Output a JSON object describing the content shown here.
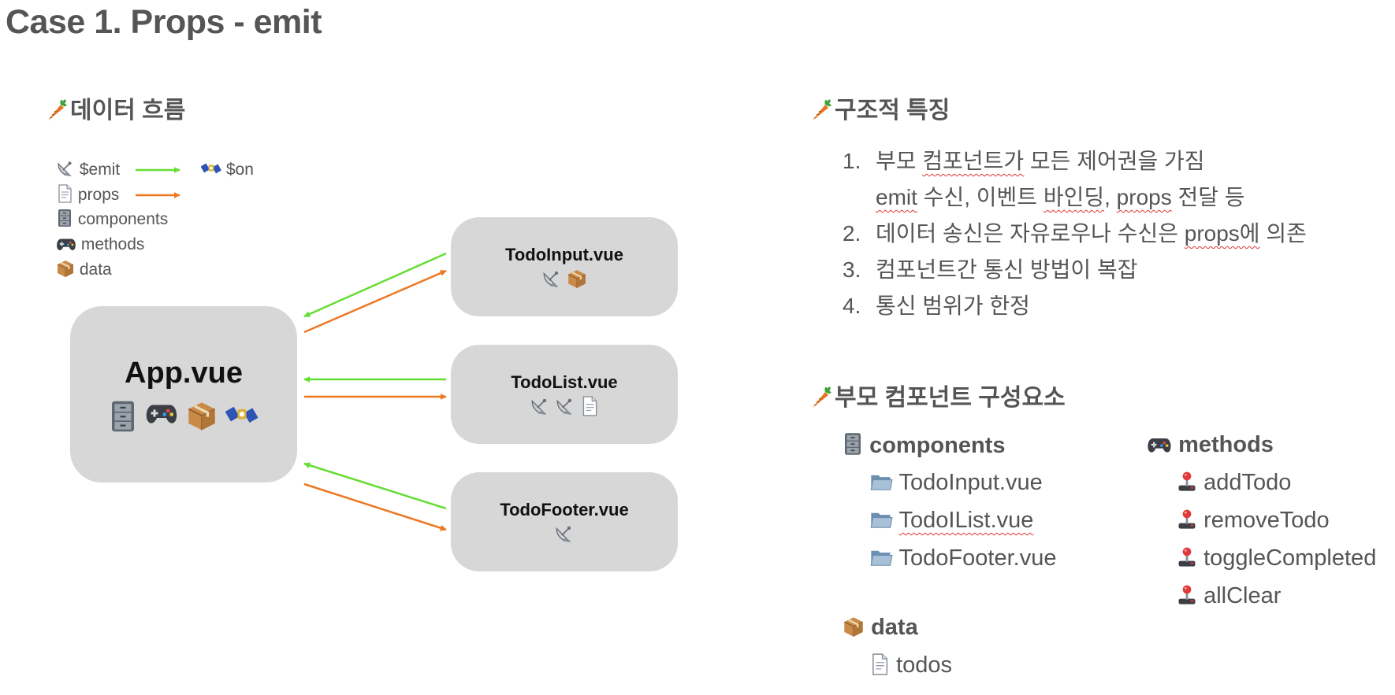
{
  "page": {
    "title": "Case 1. Props - emit"
  },
  "flow": {
    "title": "데이터 흐름",
    "legend": {
      "emit": "$emit",
      "on": "$on",
      "props": "props",
      "components": "components",
      "methods": "methods",
      "data": "data"
    },
    "nodes": {
      "app": "App.vue",
      "input": "TodoInput.vue",
      "list": "TodoList.vue",
      "footer": "TodoFooter.vue"
    }
  },
  "features": {
    "title": "구조적 특징",
    "items": [
      {
        "num": "1.",
        "line1_a": "부모 ",
        "line1_b": "컴포넌트가",
        "line1_c": " 모든 제어권을 가짐",
        "line2_a": "emit",
        "line2_b": " 수신, 이벤트 ",
        "line2_c": "바인딩",
        "line2_d": ", ",
        "line2_e": "props",
        "line2_f": " 전달 등"
      },
      {
        "num": "2.",
        "text_a": "데이터 송신은 자유로우나 수신은 ",
        "text_b": "props에",
        "text_c": " 의존"
      },
      {
        "num": "3.",
        "text": "컴포넌트간 통신 방법이 복잡"
      },
      {
        "num": "4.",
        "text": "통신 범위가 한정"
      }
    ]
  },
  "elements": {
    "title": "부모 컴포넌트 구성요소",
    "components": {
      "label": "components",
      "items": [
        "TodoInput.vue",
        "TodoIList.vue",
        "TodoFooter.vue"
      ]
    },
    "methods": {
      "label": "methods",
      "items": [
        "addTodo",
        "removeTodo",
        "toggleCompleted",
        "allClear"
      ]
    },
    "data": {
      "label": "data",
      "items": [
        "todos"
      ]
    }
  },
  "colors": {
    "emit_arrow": "#66dd33",
    "props_arrow": "#ee7722",
    "node_bg": "#d7d7d7",
    "text": "#555555"
  },
  "icons": {
    "section": "carrot-icon",
    "emit": "satellite-dish-icon",
    "on": "satellite-icon",
    "props": "page-icon",
    "components": "file-cabinet-icon",
    "methods": "gamepad-icon",
    "data": "package-icon",
    "folder": "folder-icon",
    "method_item": "joystick-icon"
  }
}
